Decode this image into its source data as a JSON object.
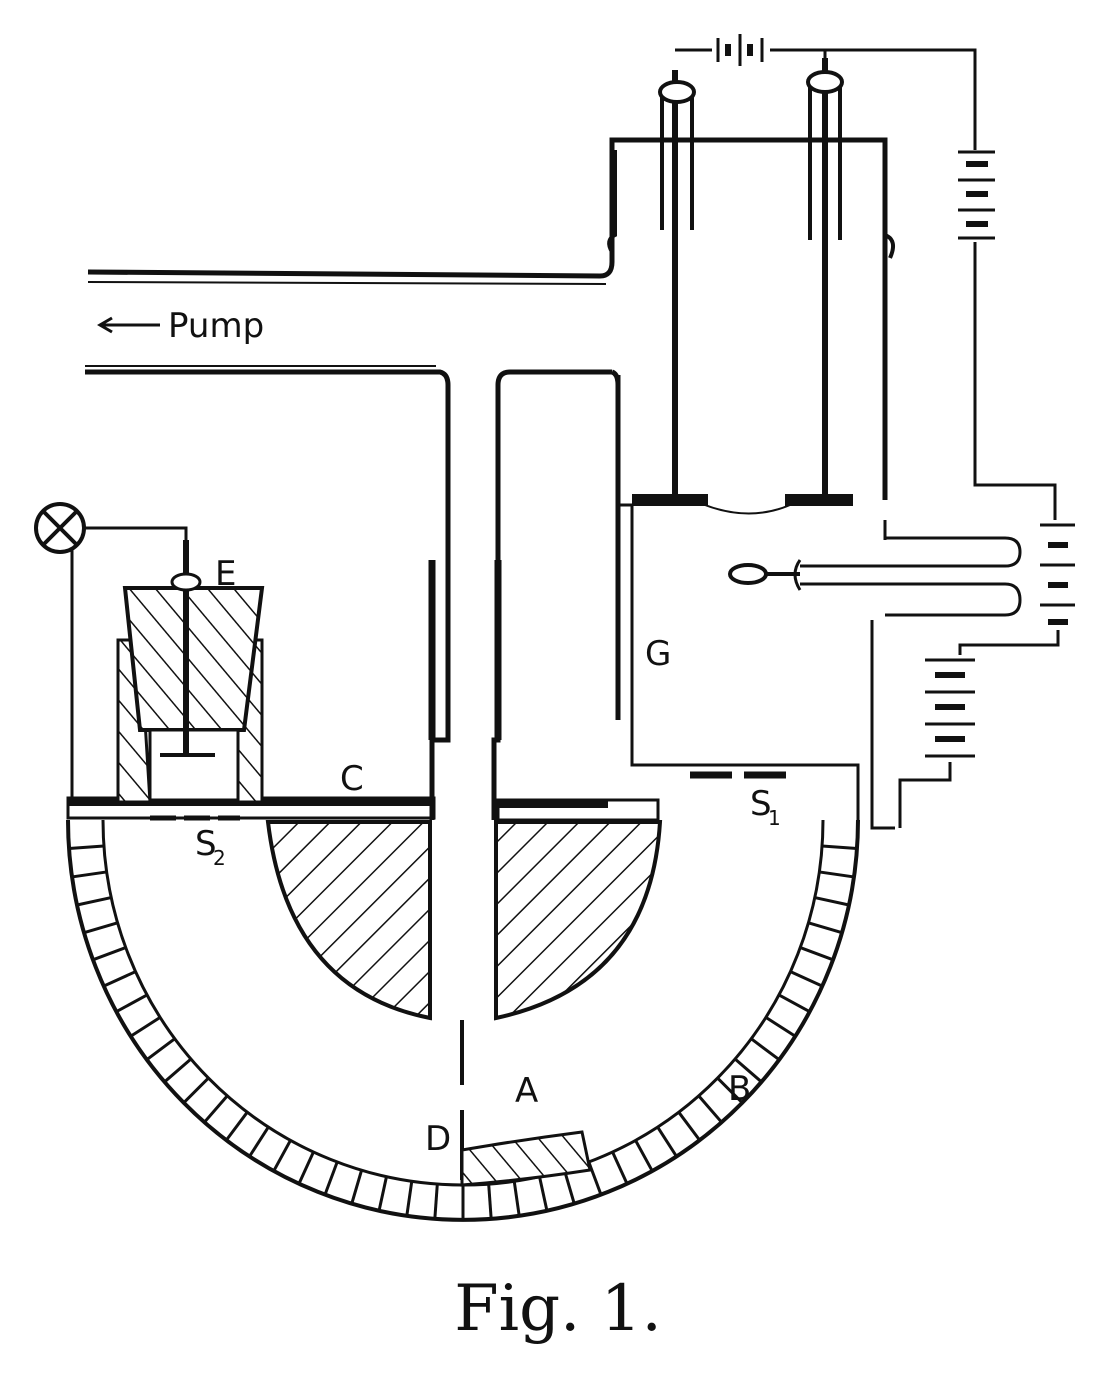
{
  "figure": {
    "caption": "Fig. 1.",
    "labels": {
      "pump": "Pump",
      "pump_arrow": "←",
      "e": "E",
      "c": "C",
      "g": "G",
      "s1_letter": "S",
      "s1_sub": "1",
      "s2_letter": "S",
      "s2_sub": "2",
      "a": "A",
      "b": "B",
      "d": "D"
    }
  }
}
